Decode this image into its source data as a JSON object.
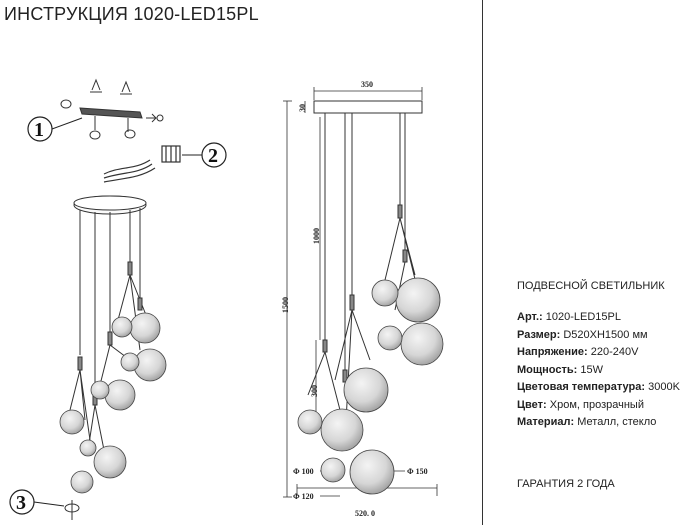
{
  "title": "ИНСТРУКЦИЯ 1020-LED15PL",
  "product_type": "ПОДВЕСНОЙ СВЕТИЛЬНИК",
  "specs": [
    {
      "label": "Арт.:",
      "value": "1020-LED15PL"
    },
    {
      "label": "Размер:",
      "value": "D520XH1500 мм"
    },
    {
      "label": "Напряжение:",
      "value": "220-240V"
    },
    {
      "label": "Мощность:",
      "value": "15W"
    },
    {
      "label": "Цветовая температура:",
      "value": "3000K"
    },
    {
      "label": "Цвет:",
      "value": "Хром, прозрачный"
    },
    {
      "label": "Материал:",
      "value": "Металл, стекло"
    }
  ],
  "warranty": "ГАРАНТИЯ 2 ГОДА",
  "steps": [
    "1",
    "2",
    "3"
  ],
  "dimensions": {
    "canopy_width": "350",
    "canopy_height": "30",
    "total_height": "1500",
    "cord_length": "1000",
    "lower_length": "300",
    "diameter_small": "Φ 100",
    "diameter_medium": "Φ 120",
    "diameter_large": "Φ 150",
    "total_width": "520. 0"
  }
}
